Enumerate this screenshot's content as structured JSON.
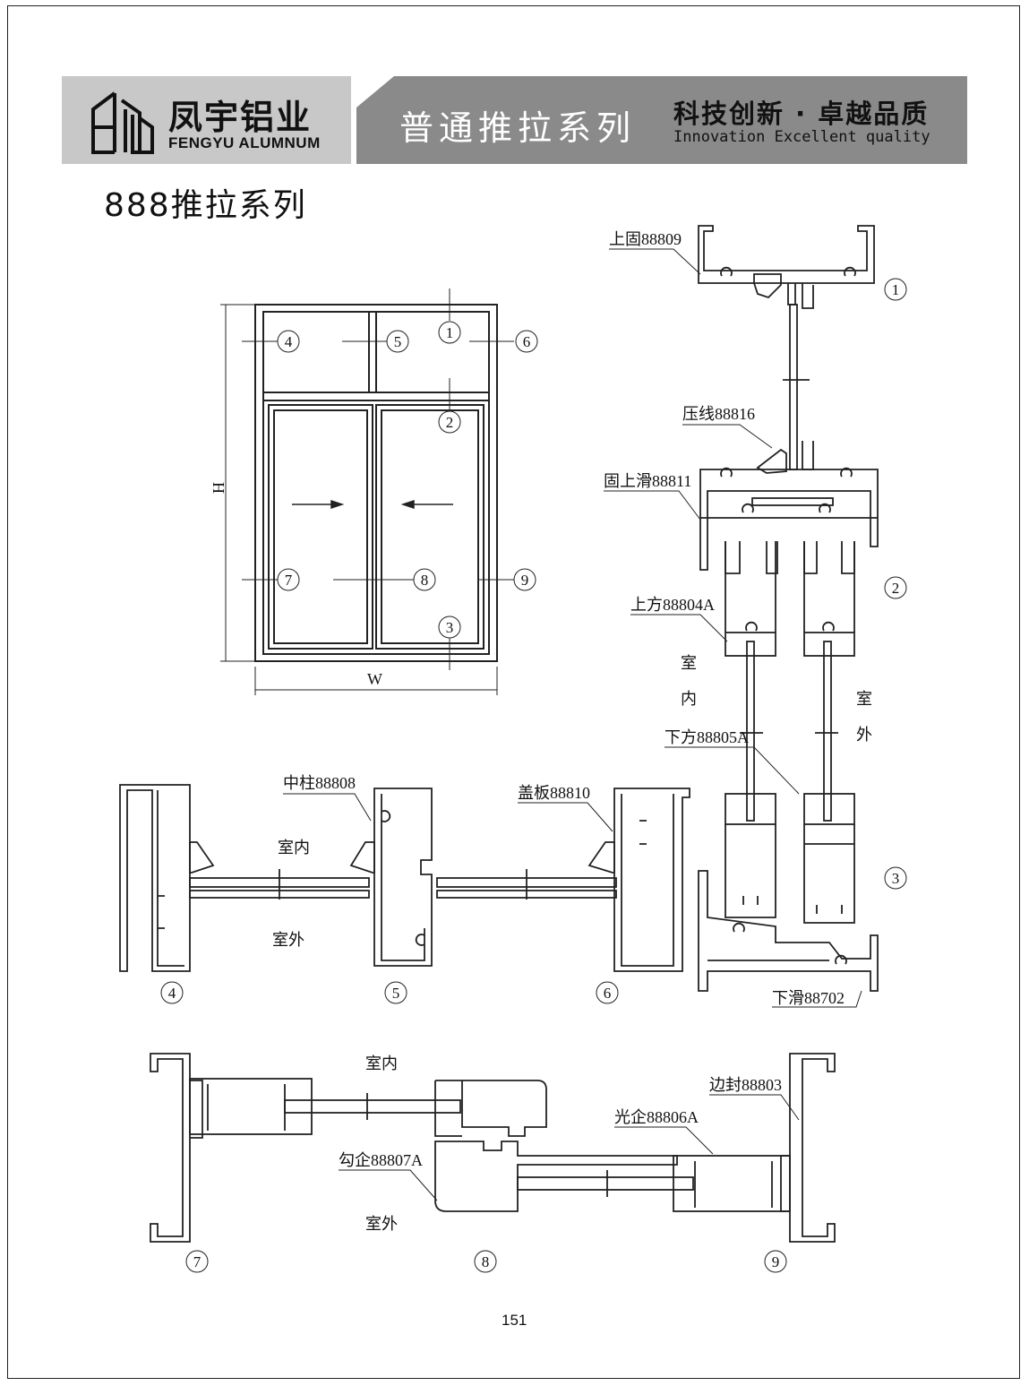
{
  "header": {
    "brand_cn": "凤宇铝业",
    "brand_en": "FENGYU ALUMNUM",
    "series": "普通推拉系列",
    "slogan_cn": "科技创新 · 卓越品质",
    "slogan_en": "Innovation Excellent quality",
    "logo_icon": "building-logo-icon",
    "colors": {
      "left_panel": "#c8c8c8",
      "right_panel": "#8a8a8a"
    }
  },
  "page_title": "888推拉系列",
  "page_number": "151",
  "elevation": {
    "height_label": "H",
    "width_label": "W",
    "markers": [
      "1",
      "2",
      "3",
      "4",
      "5",
      "6",
      "7",
      "8",
      "9"
    ]
  },
  "labels": {
    "top_fixed": "上固88809",
    "bead": "压线88816",
    "fixed_upper_slide": "固上滑88811",
    "upper_rail": "上方88804A",
    "lower_rail": "下方88805A",
    "lower_slide": "下滑88702",
    "mullion": "中柱88808",
    "cover_plate": "盖板88810",
    "side_seal": "边封88803",
    "plain_stile": "光企88806A",
    "hook_stile": "勾企88807A",
    "indoor": "室内",
    "outdoor": "室外",
    "indoor_v1": "室",
    "indoor_v2": "内",
    "outdoor_v1": "室",
    "outdoor_v2": "外"
  }
}
